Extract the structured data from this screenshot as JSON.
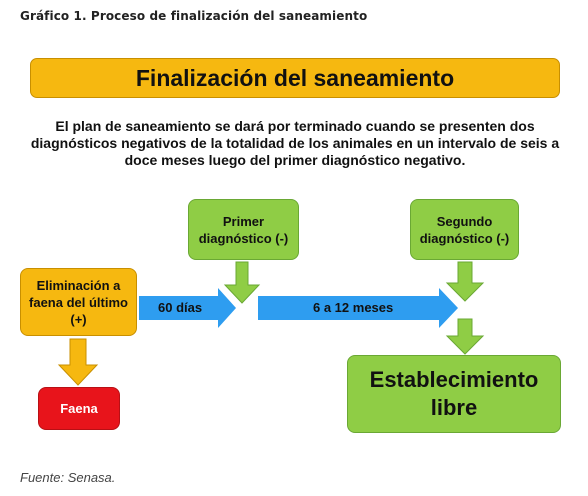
{
  "caption": "Gráfico 1. Proceso de finalización del saneamiento",
  "title": "Finalización del saneamiento",
  "description": "El plan de saneamiento se dará por terminado cuando se presenten dos diagnósticos negativos de la totalidad de los animales en un intervalo de seis a doce meses luego del primer diagnóstico negativo.",
  "nodes": {
    "eliminacion": "Eliminación a faena del último (+)",
    "primer": "Primer diagnóstico (-)",
    "segundo": "Segundo diagnóstico (-)",
    "faena": "Faena",
    "libre": "Establecimiento libre"
  },
  "arrows": {
    "dias": "60 días",
    "meses": "6 a 12 meses"
  },
  "colors": {
    "orange": "#f6b810",
    "green": "#8fcd45",
    "blue": "#2e9df0",
    "red": "#e8141b"
  },
  "source": "Fuente: Senasa."
}
